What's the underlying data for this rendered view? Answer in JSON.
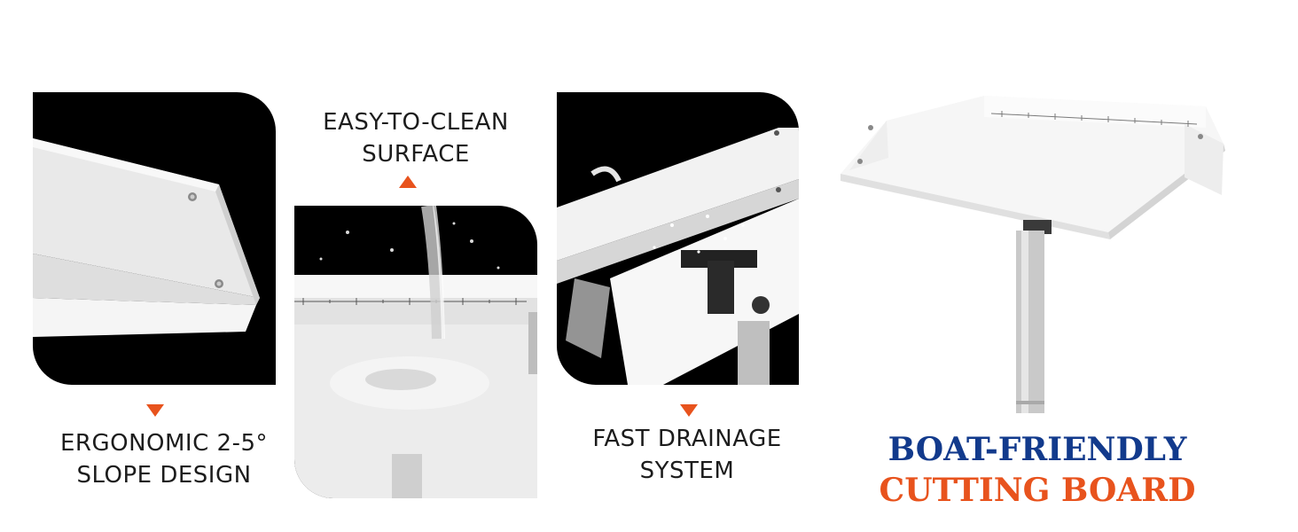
{
  "features": {
    "slope": {
      "line1": "ERGONOMIC 2-5°",
      "line2": "SLOPE DESIGN"
    },
    "clean": {
      "line1": "EASY-TO-CLEAN",
      "line2": "SURFACE"
    },
    "drain": {
      "line1": "FAST DRAINAGE",
      "line2": "SYSTEM"
    }
  },
  "headline": {
    "line1": "BOAT-FRIENDLY",
    "line2": "CUTTING BOARD"
  },
  "colors": {
    "accent": "#e8531d",
    "navy": "#123a8c",
    "panel_bg": "#000000"
  },
  "icons": {
    "marker_up": "triangle-up-icon",
    "marker_down": "triangle-down-icon"
  }
}
